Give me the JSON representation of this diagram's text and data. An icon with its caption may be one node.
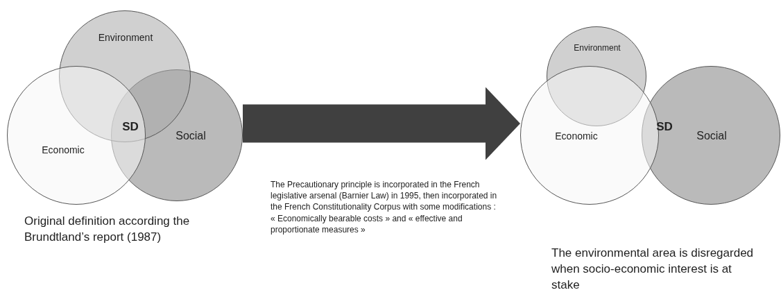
{
  "diagram": {
    "nodes": [
      {
        "text": [
          "Environment"
        ]
      },
      {
        "text": [
          "Economic"
        ]
      },
      {
        "text": [
          "Social"
        ]
      },
      {
        "text": [
          "Environment"
        ]
      },
      {
        "text": [
          "Economic"
        ]
      },
      {
        "text": [
          "Social"
        ]
      }
    ],
    "edges": [
      {
        "from": 2,
        "to": 4,
        "arrow": "to"
      }
    ],
    "labels": [
      "SD",
      "Original definition according the Brundtland’s report (1987)",
      "The Precautionary principle is incorporated in the French legislative arsenal (Barnier Law) in 1995, then incorporated in the French Constitutionality Corpus with some modifications : « Economically bearable costs » and « effective and proportionate measures »",
      "SD",
      "The environmental area is disregarded when socio-economic interest is at stake"
    ]
  }
}
